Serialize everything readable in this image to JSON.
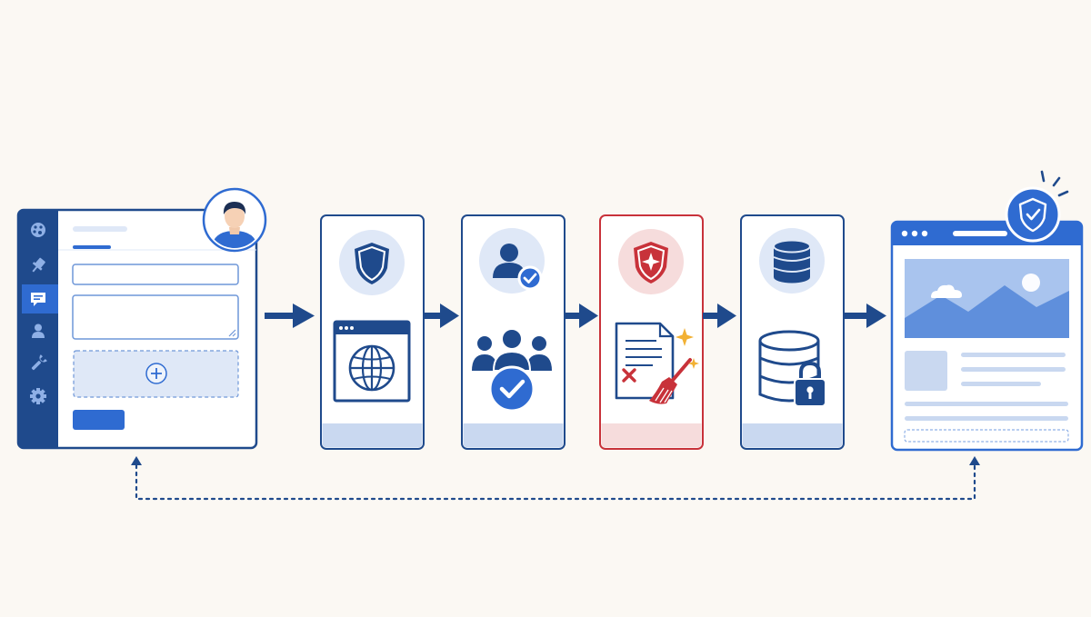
{
  "colors": {
    "navy": "#1f4a8c",
    "blue": "#2f6bd1",
    "light_blue": "#dfe8f7",
    "panel_tint": "#c9d8f0",
    "red": "#c8323a",
    "red_tint": "#f6dcdc",
    "gold": "#f2b134",
    "background": "#fbf8f3"
  },
  "diagram": {
    "nodes": [
      {
        "id": "admin-editor",
        "icons": [
          "palette-icon",
          "pin-icon",
          "comment-icon",
          "user-icon",
          "wrench-icon",
          "gear-icon",
          "user-avatar-icon",
          "add-icon"
        ]
      },
      {
        "id": "step-firewall",
        "icons": [
          "shield-icon",
          "browser-globe-icon"
        ]
      },
      {
        "id": "step-user-verification",
        "icons": [
          "user-check-icon",
          "group-check-icon"
        ]
      },
      {
        "id": "step-sanitization",
        "icons": [
          "shield-alert-icon",
          "document-reject-icon",
          "broom-icon",
          "sparkle-icon"
        ]
      },
      {
        "id": "step-secure-storage",
        "icons": [
          "database-icon",
          "database-lock-icon"
        ]
      },
      {
        "id": "published-site",
        "icons": [
          "shield-check-icon",
          "image-icon"
        ]
      }
    ],
    "edges": [
      {
        "from": "admin-editor",
        "to": "step-firewall",
        "style": "solid"
      },
      {
        "from": "step-firewall",
        "to": "step-user-verification",
        "style": "solid"
      },
      {
        "from": "step-user-verification",
        "to": "step-sanitization",
        "style": "solid"
      },
      {
        "from": "step-sanitization",
        "to": "step-secure-storage",
        "style": "solid"
      },
      {
        "from": "step-secure-storage",
        "to": "published-site",
        "style": "solid"
      },
      {
        "from": "published-site",
        "to": "admin-editor",
        "style": "dotted"
      }
    ]
  }
}
